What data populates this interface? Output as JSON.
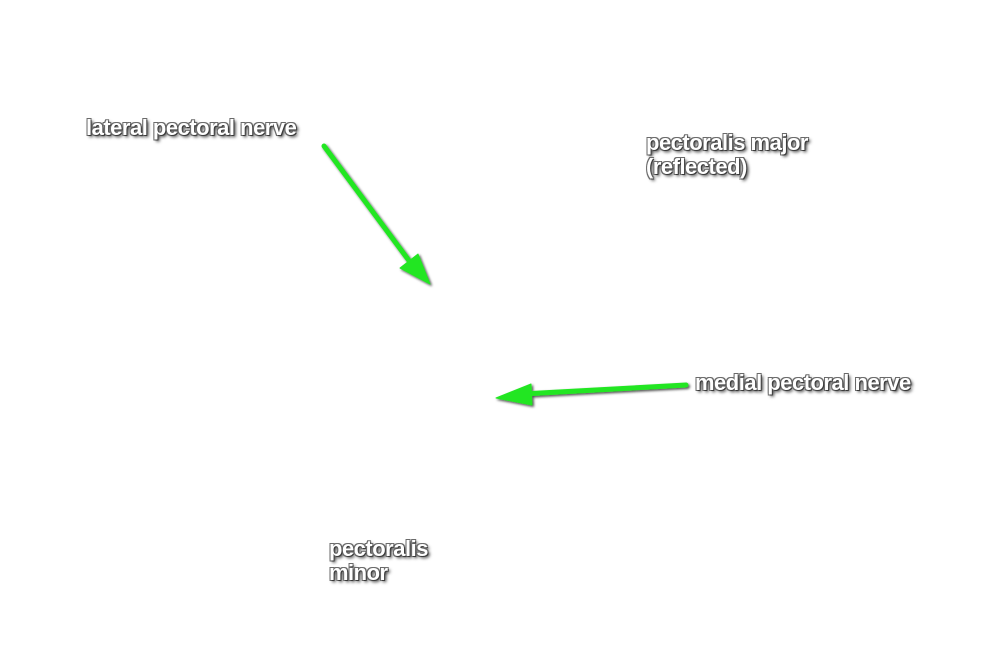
{
  "labels": {
    "lateral_pectoral_nerve": "lateral pectoral nerve",
    "pectoralis_major_line1": "pectoralis major",
    "pectoralis_major_line2": "(reflected)",
    "medial_pectoral_nerve": "medial pectoral nerve",
    "pectoralis_minor_line1": "pectoralis",
    "pectoralis_minor_line2": "minor"
  },
  "colors": {
    "background": "#ffffff",
    "arrow": "#22e622",
    "label_text": "#ffffff"
  }
}
